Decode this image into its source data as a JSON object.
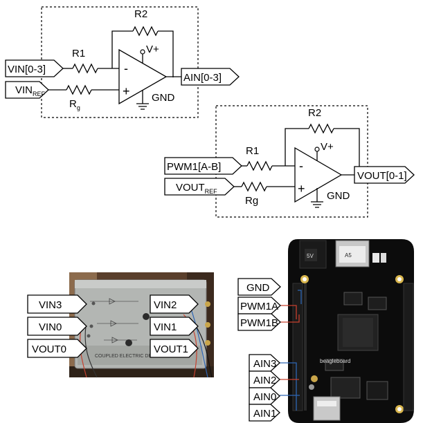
{
  "circuit_top": {
    "r_feedback": "R2",
    "r_input": "R1",
    "r_ground_main": "R",
    "r_ground_sub": "g",
    "supply": "V+",
    "ground": "GND",
    "minus": "-",
    "plus": "+",
    "input": "VIN[0-3]",
    "ref_main": "VIN",
    "ref_sub": "REF",
    "output": "AIN[0-3]"
  },
  "circuit_bottom": {
    "r_feedback": "R2",
    "r_input": "R1",
    "r_ground": "Rg",
    "supply": "V+",
    "ground": "GND",
    "minus": "-",
    "plus": "+",
    "input": "PWM1[A-B]",
    "ref_main": "VOUT",
    "ref_sub": "REF",
    "output": "VOUT[0-1]"
  },
  "enclosure_photo": {
    "labels_left": [
      "VIN3",
      "VIN0",
      "VOUT0"
    ],
    "labels_right": [
      "VIN2",
      "VIN1",
      "VOUT1"
    ],
    "printed_text": "COUPLED   ELECTRIC   DRI"
  },
  "board_photo": {
    "labels_top": [
      "GND",
      "PWM1A",
      "PWM1B"
    ],
    "labels_bottom": [
      "AIN3",
      "AIN2",
      "AIN0",
      "AIN1"
    ],
    "chip_labels": [
      "5V",
      "A5",
      "beagleboard"
    ]
  }
}
